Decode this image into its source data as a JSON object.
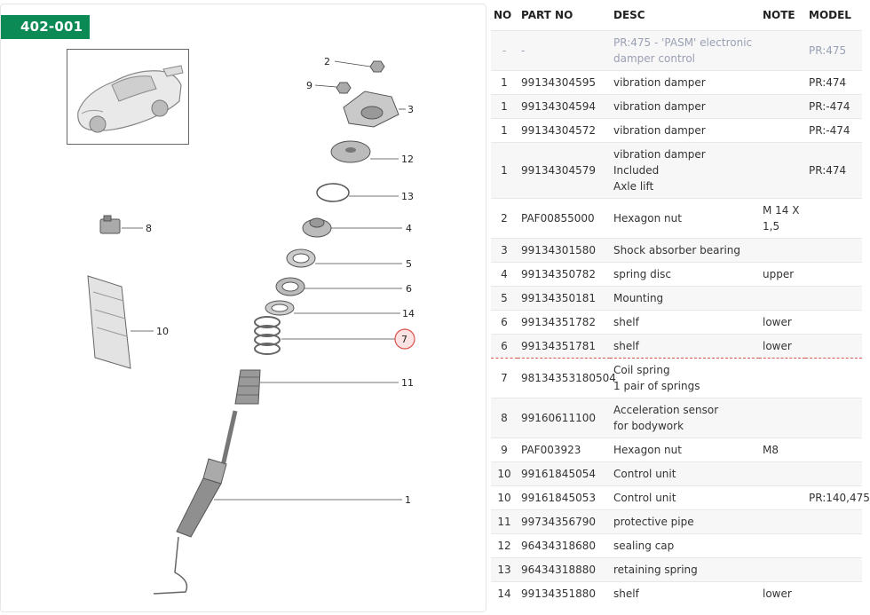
{
  "diagram": {
    "badge": "402-001",
    "callouts": [
      "2",
      "9",
      "3",
      "12",
      "13",
      "4",
      "8",
      "5",
      "6",
      "14",
      "7",
      "10",
      "11",
      "1"
    ],
    "highlight_color": "#d9534f",
    "accent": "#0c8a55"
  },
  "table": {
    "headers": {
      "no": "NO",
      "part": "PART NO",
      "desc": "DESC",
      "note": "NOTE",
      "model": "MODEL"
    },
    "rows": [
      {
        "no": "-",
        "part": "-",
        "desc": [
          "PR:475 - 'PASM' electronic",
          "damper control"
        ],
        "note": "",
        "model": "PR:475",
        "dim": true
      },
      {
        "no": "1",
        "part": "99134304595",
        "desc": [
          "vibration damper"
        ],
        "note": "",
        "model": "PR:474"
      },
      {
        "no": "1",
        "part": "99134304594",
        "desc": [
          "vibration damper"
        ],
        "note": "",
        "model": "PR:-474"
      },
      {
        "no": "1",
        "part": "99134304572",
        "desc": [
          "vibration damper"
        ],
        "note": "",
        "model": "PR:-474"
      },
      {
        "no": "1",
        "part": "99134304579",
        "desc": [
          "vibration damper",
          "Included",
          "Axle lift"
        ],
        "note": "",
        "model": "PR:474"
      },
      {
        "no": "2",
        "part": "PAF00855000",
        "desc": [
          "Hexagon nut"
        ],
        "note": "M 14 X 1,5",
        "model": ""
      },
      {
        "no": "3",
        "part": "99134301580",
        "desc": [
          "Shock absorber bearing"
        ],
        "note": "",
        "model": ""
      },
      {
        "no": "4",
        "part": "99134350782",
        "desc": [
          "spring disc"
        ],
        "note": "upper",
        "model": ""
      },
      {
        "no": "5",
        "part": "99134350181",
        "desc": [
          "Mounting"
        ],
        "note": "",
        "model": ""
      },
      {
        "no": "6",
        "part": "99134351782",
        "desc": [
          "shelf"
        ],
        "note": "lower",
        "model": ""
      },
      {
        "no": "6",
        "part": "99134351781",
        "desc": [
          "shelf"
        ],
        "note": "lower",
        "model": ""
      },
      {
        "no": "7",
        "part": "98134353180504",
        "desc": [
          "Coil spring",
          "1 pair of springs"
        ],
        "note": "",
        "model": "",
        "selected": true
      },
      {
        "no": "8",
        "part": "99160611100",
        "desc": [
          "Acceleration sensor",
          "for bodywork"
        ],
        "note": "",
        "model": ""
      },
      {
        "no": "9",
        "part": "PAF003923",
        "desc": [
          "Hexagon nut"
        ],
        "note": "M8",
        "model": ""
      },
      {
        "no": "10",
        "part": "99161845054",
        "desc": [
          "Control unit"
        ],
        "note": "",
        "model": ""
      },
      {
        "no": "10",
        "part": "99161845053",
        "desc": [
          "Control unit"
        ],
        "note": "",
        "model": "PR:140,475"
      },
      {
        "no": "11",
        "part": "99734356790",
        "desc": [
          "protective pipe"
        ],
        "note": "",
        "model": ""
      },
      {
        "no": "12",
        "part": "96434318680",
        "desc": [
          "sealing cap"
        ],
        "note": "",
        "model": ""
      },
      {
        "no": "13",
        "part": "96434318880",
        "desc": [
          "retaining spring"
        ],
        "note": "",
        "model": ""
      },
      {
        "no": "14",
        "part": "99134351880",
        "desc": [
          "shelf"
        ],
        "note": "lower",
        "model": ""
      }
    ]
  }
}
